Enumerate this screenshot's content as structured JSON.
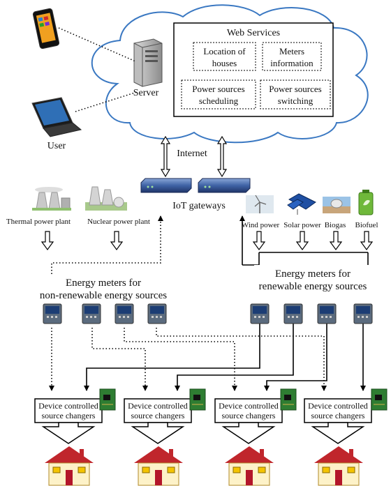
{
  "cloud": {
    "web_services_title": "Web Services",
    "services": [
      {
        "line1": "Location of",
        "line2": "houses"
      },
      {
        "line1": "Meters",
        "line2": "information"
      },
      {
        "line1": "Power sources",
        "line2": "scheduling"
      },
      {
        "line1": "Power sources",
        "line2": "switching"
      }
    ],
    "server_label": "Server"
  },
  "user_label": "User",
  "internet_label": "Internet",
  "gateway_label": "IoT gateways",
  "non_renewable_sources": [
    {
      "label": "Thermal power plant",
      "icon": "thermal-plant-icon"
    },
    {
      "label": "Nuclear power plant",
      "icon": "nuclear-plant-icon"
    }
  ],
  "renewable_sources": [
    {
      "label": "Wind power",
      "icon": "wind-turbine-icon"
    },
    {
      "label": "Solar power",
      "icon": "solar-panel-icon"
    },
    {
      "label": "Biogas",
      "icon": "biogas-icon"
    },
    {
      "label": "Biofuel",
      "icon": "biofuel-icon"
    }
  ],
  "meters_non_renewable": {
    "line1": "Energy meters for",
    "line2": "non-renewable energy sources"
  },
  "meters_renewable": {
    "line1": "Energy meters for",
    "line2": "renewable energy sources"
  },
  "changers": [
    {
      "line1": "Device controlled",
      "line2": "source changers"
    },
    {
      "line1": "Device controlled",
      "line2": "source changers"
    },
    {
      "line1": "Device controlled",
      "line2": "source changers"
    },
    {
      "line1": "Device controlled",
      "line2": "source changers"
    }
  ],
  "colors": {
    "cloud_fill": "#ffffff",
    "cloud_stroke": "#3a78c2",
    "house_wall": "#fdf2c8",
    "house_roof": "#c0262c",
    "window": "#f4c400",
    "door": "#b3162a",
    "meter_body": "#5b6b7e",
    "meter_screen": "#1c3d74",
    "pcb": "#2e7d32",
    "gateway": "#3f63a6"
  }
}
